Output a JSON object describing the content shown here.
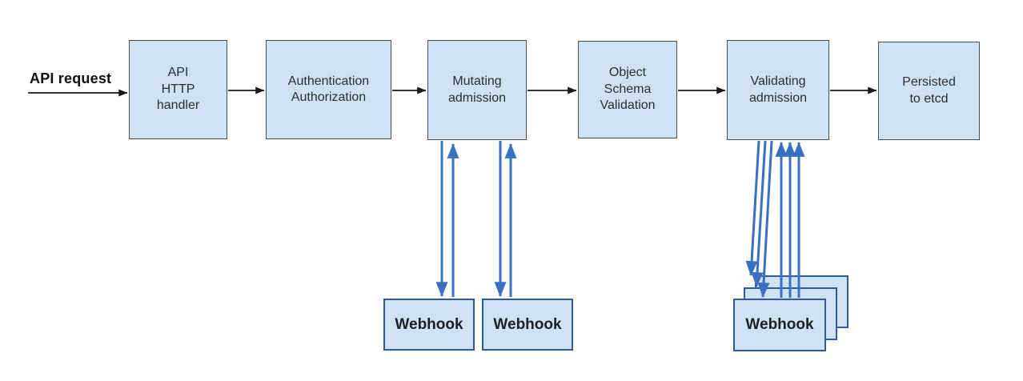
{
  "colors": {
    "box_fill": "#cfe2f3",
    "box_border": "#4d4d4d",
    "webhook_border": "#2f5b9b",
    "blue_arrow": "#3a70c4",
    "black_arrow": "#1a1a1a",
    "text": "#2e2e2e"
  },
  "source": {
    "label": "API request"
  },
  "pipeline": [
    {
      "id": "api-http-handler",
      "label": "API\nHTTP\nhandler"
    },
    {
      "id": "authentication-authorization",
      "label": "Authentication\nAuthorization"
    },
    {
      "id": "mutating-admission",
      "label": "Mutating\nadmission"
    },
    {
      "id": "object-schema-validation",
      "label": "Object\nSchema\nValidation"
    },
    {
      "id": "validating-admission",
      "label": "Validating\nadmission"
    },
    {
      "id": "persisted-to-etcd",
      "label": "Persisted\nto etcd"
    }
  ],
  "webhooks": {
    "mutating": [
      "Webhook",
      "Webhook"
    ],
    "validating": {
      "label": "Webhook",
      "stack_count": 3
    }
  }
}
